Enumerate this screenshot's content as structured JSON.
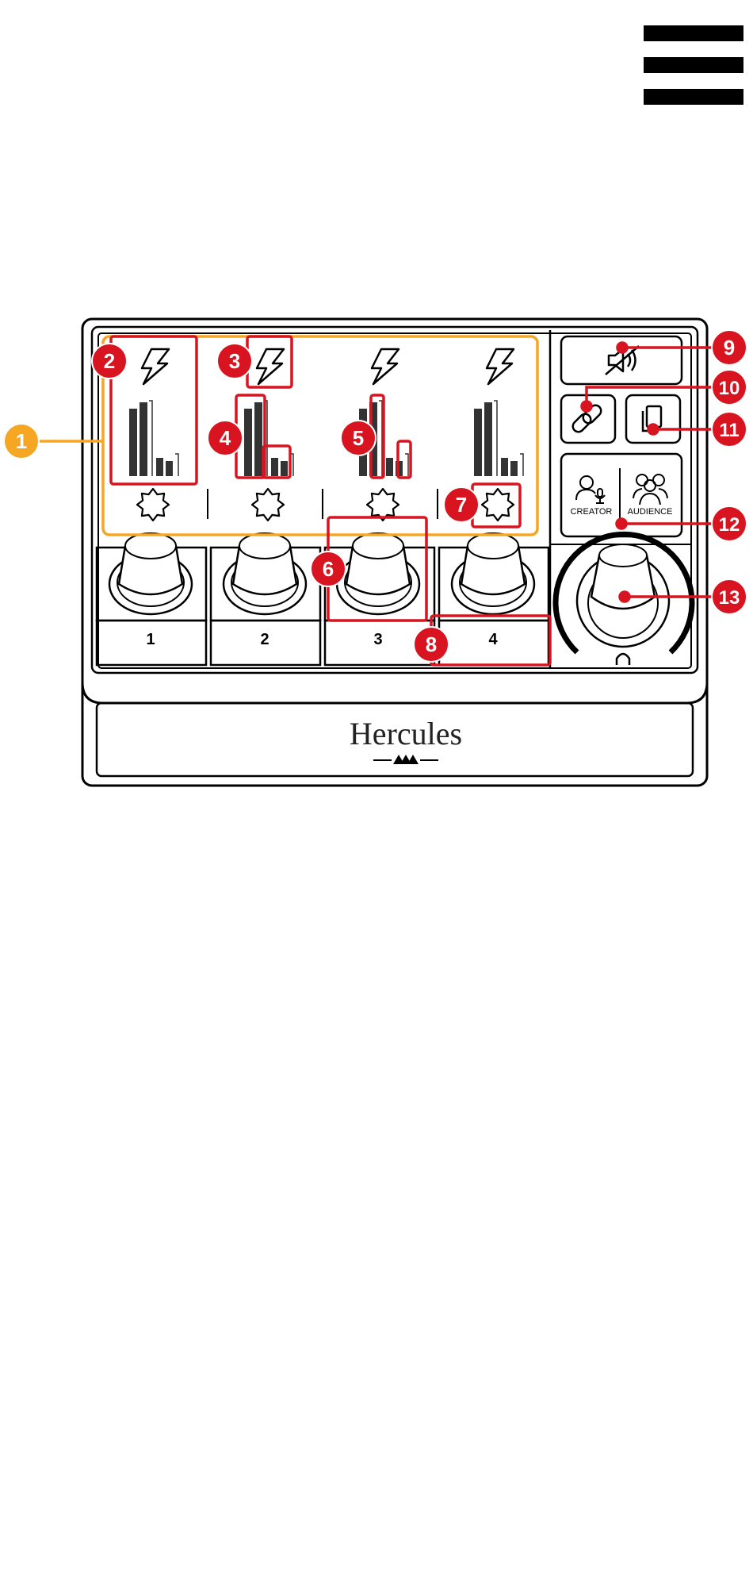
{
  "menu": {
    "icon": "hamburger-menu-icon"
  },
  "device": {
    "brand": "Hercules",
    "channels": [
      {
        "number": "1"
      },
      {
        "number": "2"
      },
      {
        "number": "3"
      },
      {
        "number": "4"
      }
    ],
    "buttons": {
      "mute_icon": "speaker-mute-icon",
      "link_icon": "link-icon",
      "copy_icon": "copy-icon",
      "creator_label": "CREATOR",
      "audience_label": "AUDIENCE",
      "headphone_icon": "headphone-icon"
    }
  },
  "callouts": [
    "1",
    "2",
    "3",
    "4",
    "5",
    "6",
    "7",
    "8",
    "9",
    "10",
    "11",
    "12",
    "13"
  ],
  "colors": {
    "callout_red": "#d7141f",
    "screen_highlight_orange": "#f5a623",
    "outline_black": "#000000"
  }
}
